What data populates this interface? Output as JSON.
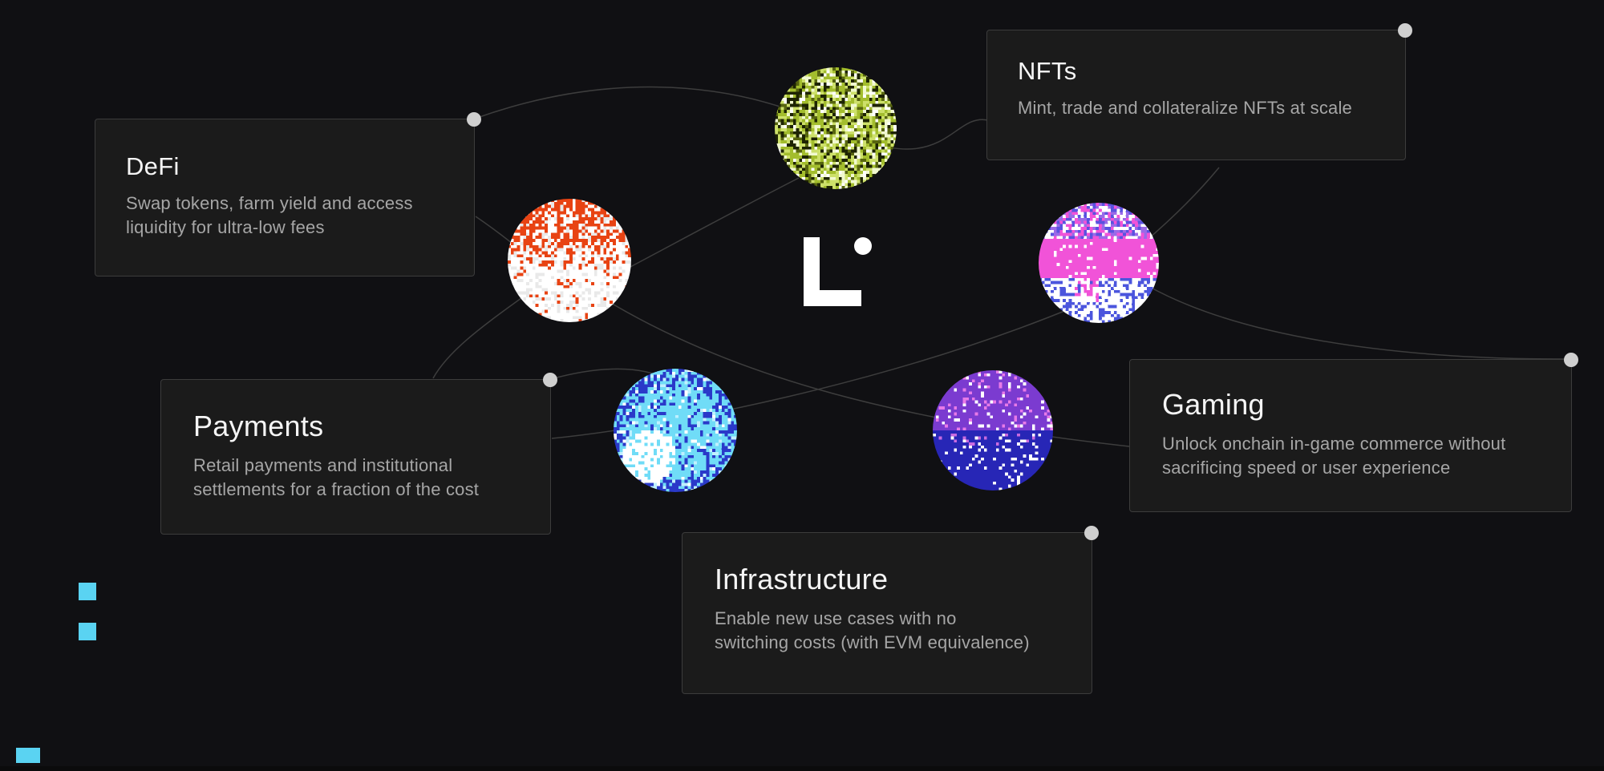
{
  "page": {
    "background_color": "#101013",
    "section_kind": "use-case diagram"
  },
  "brand": {
    "logo_glyph": "L with dot"
  },
  "colors": {
    "accent_cyan": "#5ad3f2",
    "card_background": "#1b1b1b",
    "card_border": "#3c3c3c",
    "orbit_line": "#424242",
    "connector_dot": "#cfcfcf",
    "title_text": "#f5f5f5",
    "description_text": "#a6a6a6",
    "logo_white": "#ffffff"
  },
  "cards": [
    {
      "id": "defi",
      "title": "DeFi",
      "description": "Swap tokens, farm yield and access\nliquidity for ultra-low fees"
    },
    {
      "id": "nfts",
      "title": "NFTs",
      "description": "Mint, trade and collateralize NFTs at scale"
    },
    {
      "id": "payments",
      "title": "Payments",
      "description": "Retail payments and institutional\nsettlements for a fraction of the cost"
    },
    {
      "id": "gaming",
      "title": "Gaming",
      "description": "Unlock onchain in-game commerce without\nsacrificing speed or user experience"
    },
    {
      "id": "infrastructure",
      "title": "Infrastructure",
      "description": "Enable new use cases with no\nswitching costs (with EVM equivalence)"
    }
  ],
  "spheres": [
    {
      "id": "sphere-green",
      "style": "noise",
      "palette": [
        "#a3bd2d",
        "#cde06a",
        "#f1f9cf",
        "#ffffff",
        "#1e2403",
        "#57650f"
      ]
    },
    {
      "id": "sphere-orange",
      "style": "dither-top",
      "palette": [
        "#e84313",
        "#ffffff",
        "#e9e9e9"
      ]
    },
    {
      "id": "sphere-pink",
      "style": "banded",
      "palette": [
        "#f153d8",
        "#5a52e0",
        "#9a6ae8",
        "#ffffff",
        "#4b55dd"
      ]
    },
    {
      "id": "sphere-cyan",
      "style": "speckle",
      "palette": [
        "#70dcf7",
        "#2a39c9",
        "#ffffff",
        "#bff0ff"
      ]
    },
    {
      "id": "sphere-purple",
      "style": "fade-bottom",
      "palette": [
        "#7b3bd0",
        "#e87ae8",
        "#ffffff",
        "#2726b6",
        "#c86ae0"
      ]
    }
  ]
}
